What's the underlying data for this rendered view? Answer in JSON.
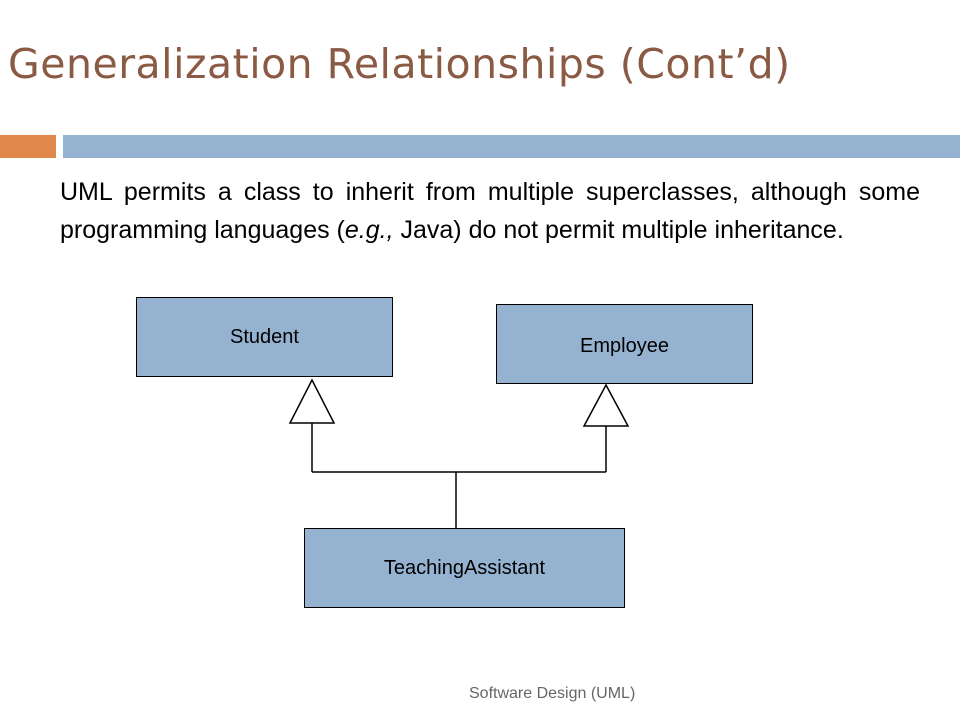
{
  "slide": {
    "title": "Generalization Relationships (Cont’d)",
    "body": "UML permits a class to inherit from multiple superclasses, although some programming languages (",
    "body_italic": "e.g.,",
    "body_end": " Java) do not permit multiple inheritance.",
    "footer": "Software Design (UML)"
  },
  "diagram": {
    "classes": {
      "student": "Student",
      "employee": "Employee",
      "teaching_assistant": "TeachingAssistant"
    },
    "relationship": "generalization"
  },
  "colors": {
    "title": "#8a5a44",
    "accent_bar": "#e0884a",
    "main_bar": "#95b3d1",
    "class_fill": "#95b3d1",
    "footer": "#666666"
  }
}
